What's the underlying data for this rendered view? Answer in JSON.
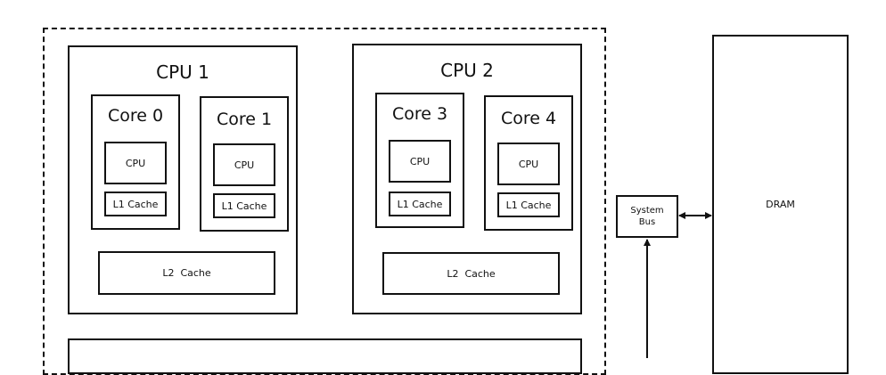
{
  "cpus": [
    {
      "label": "CPU 1",
      "cores": [
        {
          "label": "Core 0",
          "cpu": "CPU",
          "l1": "L1 Cache"
        },
        {
          "label": "Core 1",
          "cpu": "CPU",
          "l1": "L1 Cache"
        }
      ],
      "l2": "L2  Cache"
    },
    {
      "label": "CPU 2",
      "cores": [
        {
          "label": "Core 3",
          "cpu": "CPU",
          "l1": "L1 Cache"
        },
        {
          "label": "Core 4",
          "cpu": "CPU",
          "l1": "L1 Cache"
        }
      ],
      "l2": "L2  Cache"
    }
  ],
  "system_bus": {
    "line1": "System",
    "line2": "Bus"
  },
  "dram": "DRAM"
}
